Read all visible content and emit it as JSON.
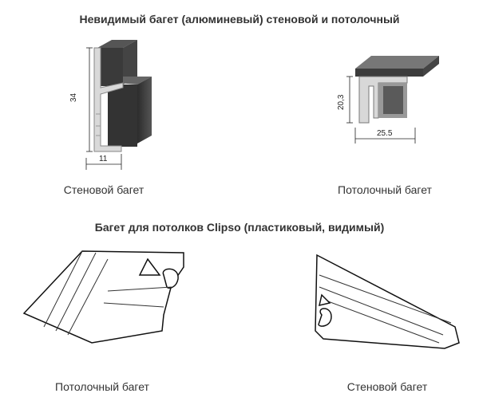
{
  "section1": {
    "title": "Невидимый багет (алюминевый) стеновой и потолочный",
    "wall": {
      "caption": "Стеновой багет",
      "height_dim": "34",
      "width_dim": "11"
    },
    "ceiling": {
      "caption": "Потолочный багет",
      "height_dim": "20,3",
      "width_dim": "25.5"
    }
  },
  "section2": {
    "title": "Багет для потолков Clipso (пластиковый, видимый)",
    "ceiling": {
      "caption": "Потолочный багет"
    },
    "wall": {
      "caption": "Стеновой багет"
    }
  }
}
